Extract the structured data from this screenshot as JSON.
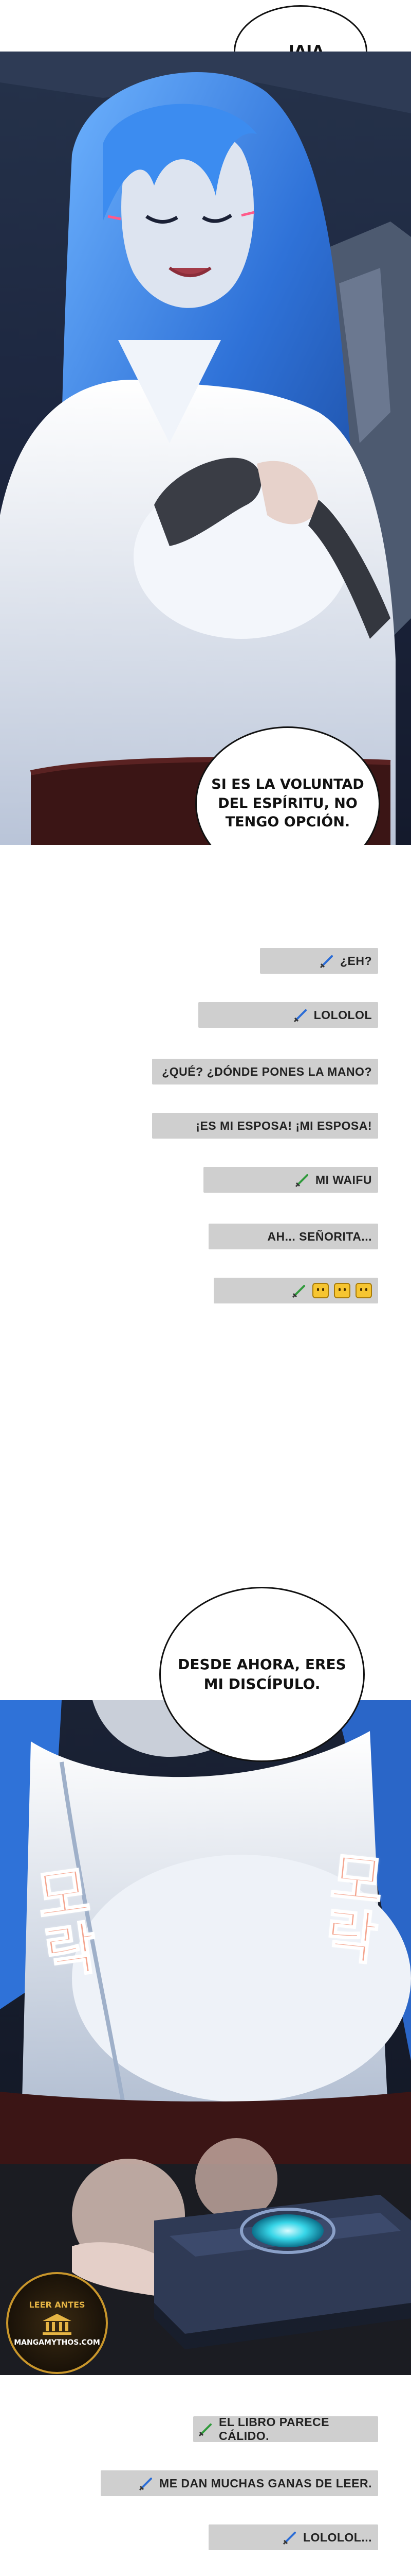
{
  "panel_top": {
    "bubble_1": "...JAJA.",
    "bubble_2": "SI ES LA VOLUNTAD DEL ESPÍRITU, NO TENGO OPCIÓN."
  },
  "chat_1": [
    {
      "icon": "sword-icon",
      "color": "#2a6cd6",
      "text": "¿EH?"
    },
    {
      "icon": "sword-icon",
      "color": "#2a6cd6",
      "text": "LOLOLOL"
    },
    {
      "icon": "",
      "color": "",
      "text": "¿QUÉ? ¿DÓNDE PONES LA MANO?"
    },
    {
      "icon": "",
      "color": "",
      "text": "¡ES MI ESPOSA! ¡MI ESPOSA!"
    },
    {
      "icon": "sword-icon",
      "color": "#2f9a3b",
      "text": "MI WAIFU"
    },
    {
      "icon": "",
      "color": "",
      "text": "AH... SEÑORITA..."
    },
    {
      "icon": "sword-icon",
      "color": "#2f9a3b",
      "text": ""
    }
  ],
  "panel_bottom": {
    "bubble_3": "DESDE AHORA, ERES MI DISCÍPULO.",
    "sfx_1": "모락",
    "sfx_2": "모락",
    "watermark_lines": [
      "LEER ANTES",
      "MANGAMYTHOS.COM"
    ]
  },
  "chat_2": [
    {
      "icon": "sword-icon",
      "color": "#2f9a3b",
      "text": "EL LIBRO PARECE CÁLIDO."
    },
    {
      "icon": "sword-icon",
      "color": "#2a6cd6",
      "text": "ME DAN MUCHAS GANAS DE LEER."
    },
    {
      "icon": "sword-icon",
      "color": "#2a6cd6",
      "text": "LOLOLOL..."
    }
  ],
  "colors": {
    "hair": "#3a86e8",
    "robe": "#e9eef7",
    "belt": "#3b1515",
    "chat_bg": "#cfcfcf",
    "sword_blue": "#2a6cd6",
    "sword_green": "#2f9a3b",
    "sfx": "#f4a58f",
    "book_gem": "#37d6e8"
  }
}
